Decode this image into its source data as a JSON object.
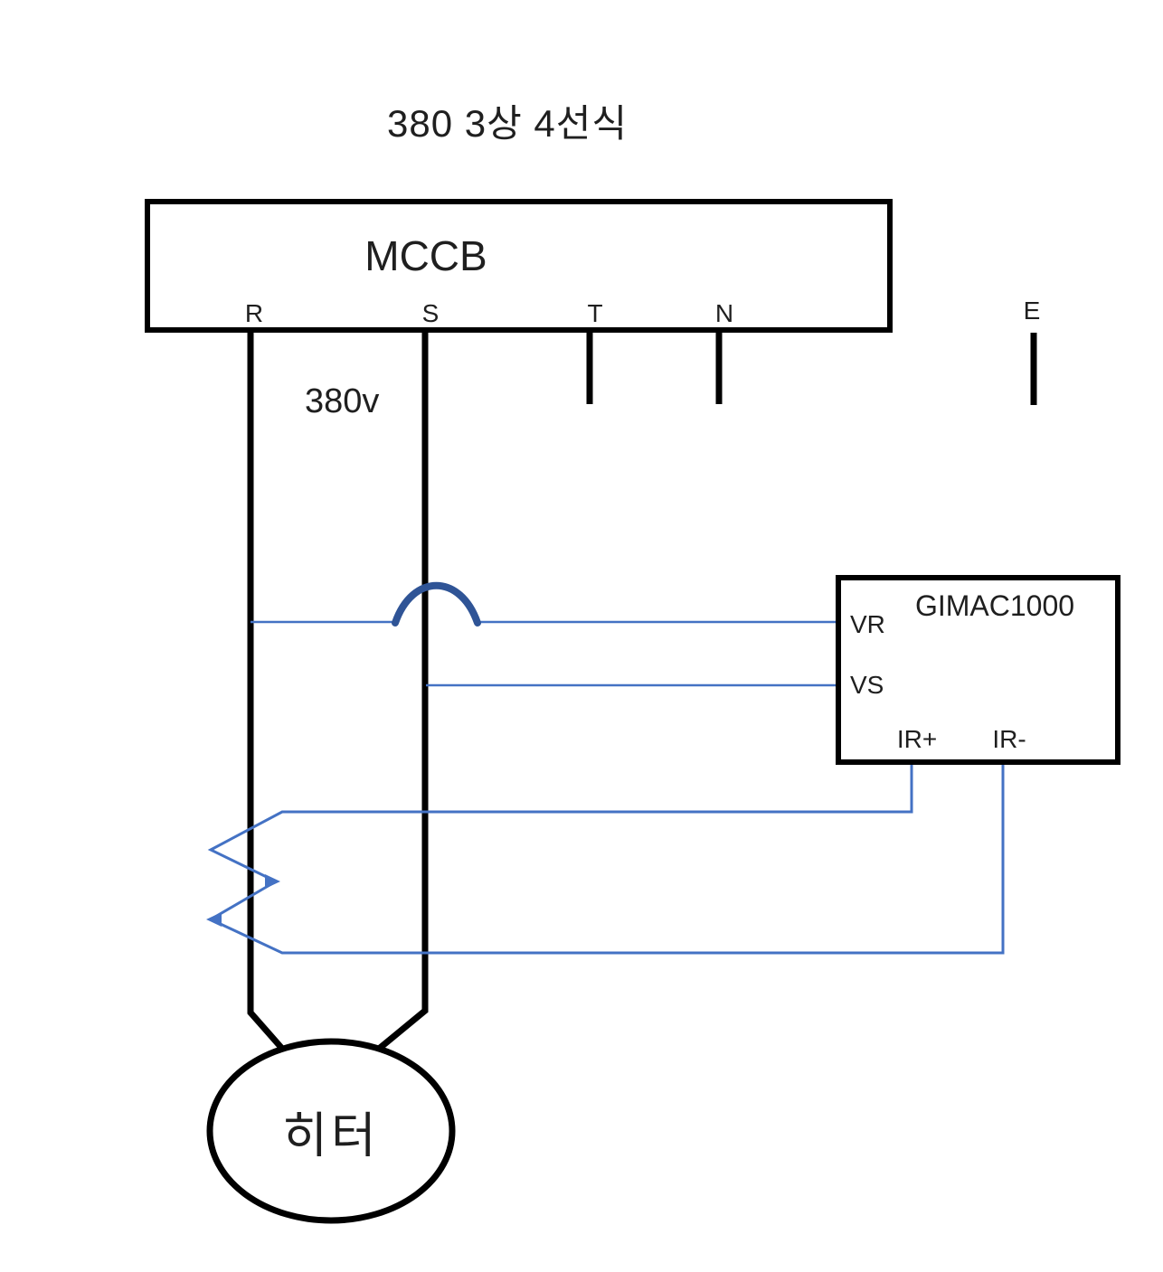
{
  "diagram": {
    "title": "380 3상 4선식",
    "voltage_label": "380v"
  },
  "mccb": {
    "label": "MCCB",
    "terminals": [
      "R",
      "S",
      "T",
      "N"
    ],
    "earth_terminal": "E"
  },
  "meter": {
    "label": "GIMAC1000",
    "terminal_vr": "VR",
    "terminal_vs": "VS",
    "terminal_ir_plus": "IR+",
    "terminal_ir_minus": "IR-"
  },
  "heater": {
    "label": "히터"
  },
  "colors": {
    "line_black": "#000000",
    "wire_blue": "#4472C4",
    "jump_blue": "#2F5496"
  }
}
